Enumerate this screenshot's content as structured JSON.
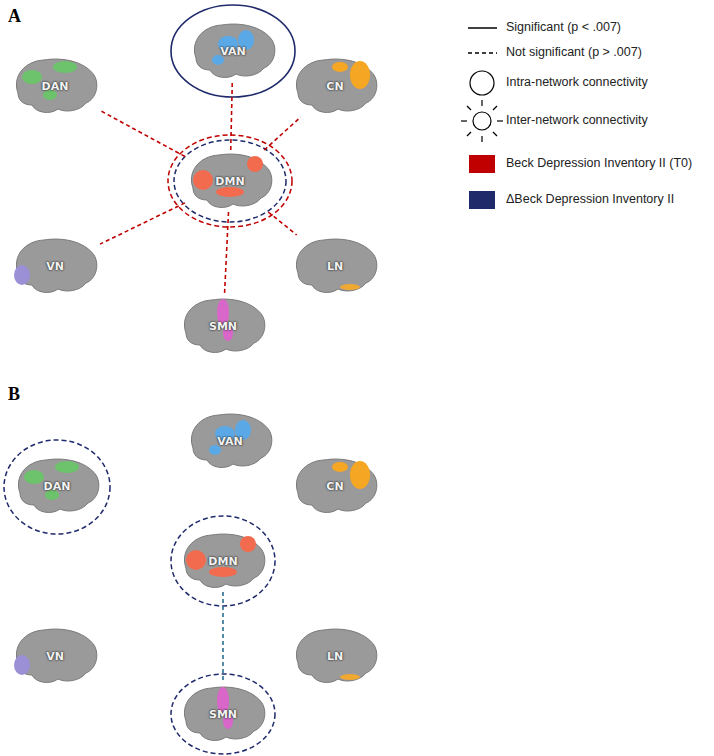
{
  "diagram": {
    "nodes": [
      {
        "text": [
          "VAN"
        ]
      },
      {
        "text": [
          "DAN"
        ]
      },
      {
        "text": [
          "CN"
        ]
      },
      {
        "text": [
          "DMN"
        ]
      },
      {
        "text": [
          "VN"
        ]
      },
      {
        "text": [
          "LN"
        ]
      },
      {
        "text": [
          "SMN"
        ]
      },
      {
        "text": [
          "VAN"
        ]
      },
      {
        "text": [
          "DAN"
        ]
      },
      {
        "text": [
          "CN"
        ]
      },
      {
        "text": [
          "DMN"
        ]
      },
      {
        "text": [
          "VN"
        ]
      },
      {
        "text": [
          "LN"
        ]
      },
      {
        "text": [
          "SMN"
        ]
      }
    ],
    "edges": [
      {
        "from": 3,
        "to": 0,
        "arrow": "none"
      },
      {
        "from": 3,
        "to": 1,
        "arrow": "none"
      },
      {
        "from": 3,
        "to": 2,
        "arrow": "none"
      },
      {
        "from": 3,
        "to": 4,
        "arrow": "none"
      },
      {
        "from": 3,
        "to": 5,
        "arrow": "none"
      },
      {
        "from": 3,
        "to": 6,
        "arrow": "none"
      },
      {
        "from": 10,
        "to": 13,
        "arrow": "none"
      }
    ],
    "labels": [
      "A",
      "B"
    ],
    "legend": [
      {
        "text": "Significant (p < .007)"
      },
      {
        "text": "Not significant (p > .007)"
      },
      {
        "text": "Intra-network connectivity"
      },
      {
        "text": "Inter-network connectivity"
      },
      {
        "text": "Beck Depression Inventory II (T0)",
        "color": "#c00000"
      },
      {
        "text": "ΔBeck Depression Inventory II",
        "color": "#1f2a6b"
      }
    ]
  }
}
